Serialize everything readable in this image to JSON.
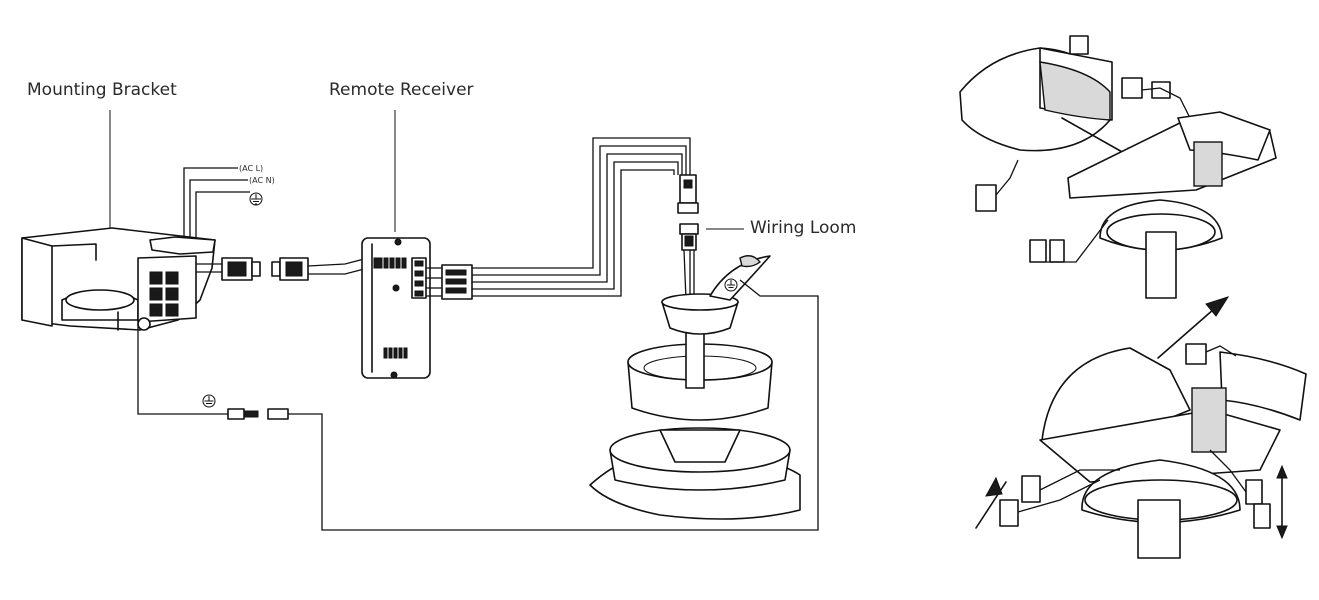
{
  "labels": {
    "mounting_bracket": "Mounting Bracket",
    "remote_receiver": "Remote Receiver",
    "wiring_loom": "Wiring Loom",
    "ac_l": "(AC L)",
    "ac_n": "(AC N)"
  }
}
